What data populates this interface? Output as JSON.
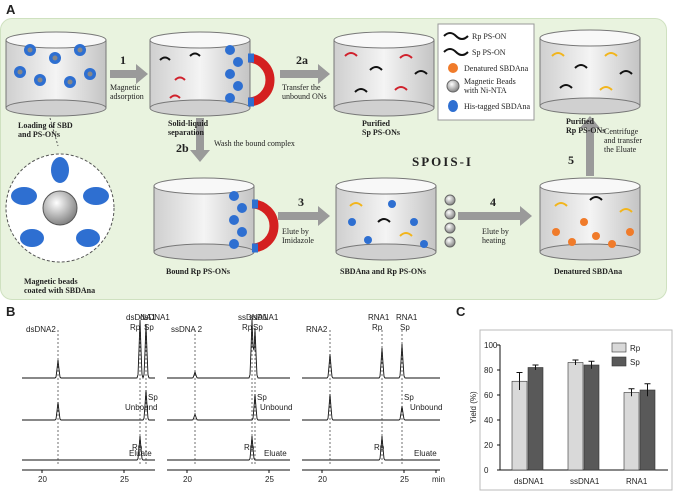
{
  "panels": {
    "a": "A",
    "b": "B",
    "c": "C"
  },
  "scheme": {
    "title": "SPOIS-I",
    "steps": {
      "s1": "1",
      "s1_label": "Magnetic\nadsorption",
      "s2a": "2a",
      "s2a_label": "Transfer the\nunbound ONs",
      "s2b": "2b",
      "s2b_label": "Wash the bound complex",
      "s3": "3",
      "s3_label": "Elute by\nImidazole",
      "s4": "4",
      "s4_label": "Elute by\nheating",
      "s5": "5",
      "s5_label": "Centrifuge\nand transfer\nthe Eluate"
    },
    "cylinders": {
      "c1": "Loading of SBD\nand PS-ONs",
      "c2": "Solid-liquid\nseparation",
      "c3": "Purified\nSp PS-ONs",
      "c4": "Purified\nRp PS-ONs",
      "c5": "Bound Rp PS-ONs",
      "c6": "SBDAna and Rp PS-ONs",
      "c7": "Denatured SBDAna"
    },
    "inset_caption": "Magnetic beads\ncoated with SBDAna",
    "legend": [
      "Rp PS-ON",
      "Sp PS-ON",
      "Denatured SBDAna",
      "Magnetic Beads\nwith Ni-NTA",
      "His-tagged SBDAna"
    ],
    "colors": {
      "rp": "#f2b51c",
      "sp": "#d0212c",
      "strand": "#111111",
      "sbd": "#2e6fd1",
      "denatured": "#f07b2a",
      "bead": "#8a8a8a"
    }
  },
  "chrom": {
    "rows": [
      "",
      "Unbound",
      "Eluate"
    ],
    "col1": {
      "peaks": [
        "dsDNA2",
        "dsDNA1",
        "Rp",
        "dsDNA1",
        "Sp",
        "Sp",
        "Rp"
      ],
      "ticks": [
        "20",
        "25"
      ]
    },
    "col2": {
      "peaks": [
        "ssDNA 2",
        "ssDNA1",
        "Rp",
        "ssDNA1",
        "Sp",
        "Sp",
        "Rp"
      ],
      "ticks": [
        "20",
        "25"
      ]
    },
    "col3": {
      "peaks": [
        "RNA2",
        "RNA1",
        "Rp",
        "RNA1",
        "Sp",
        "Sp",
        "Rp"
      ],
      "ticks": [
        "20",
        "25",
        "min"
      ]
    },
    "row_labels": [
      "Unbound",
      "Eluate"
    ]
  },
  "chart_data": {
    "type": "bar",
    "categories": [
      "dsDNA1",
      "ssDNA1",
      "RNA1"
    ],
    "series": [
      {
        "name": "Rp",
        "values": [
          71,
          86,
          62
        ],
        "errors": [
          7,
          2,
          3
        ],
        "color": "#d9d9d9"
      },
      {
        "name": "Sp",
        "values": [
          82,
          84,
          64
        ],
        "errors": [
          2,
          3,
          5
        ],
        "color": "#595959"
      }
    ],
    "ylabel": "Yield (%)",
    "ylim": [
      0,
      100
    ],
    "yticks": [
      "0",
      "20",
      "40",
      "60",
      "80",
      "100"
    ],
    "legend": "top-right"
  }
}
